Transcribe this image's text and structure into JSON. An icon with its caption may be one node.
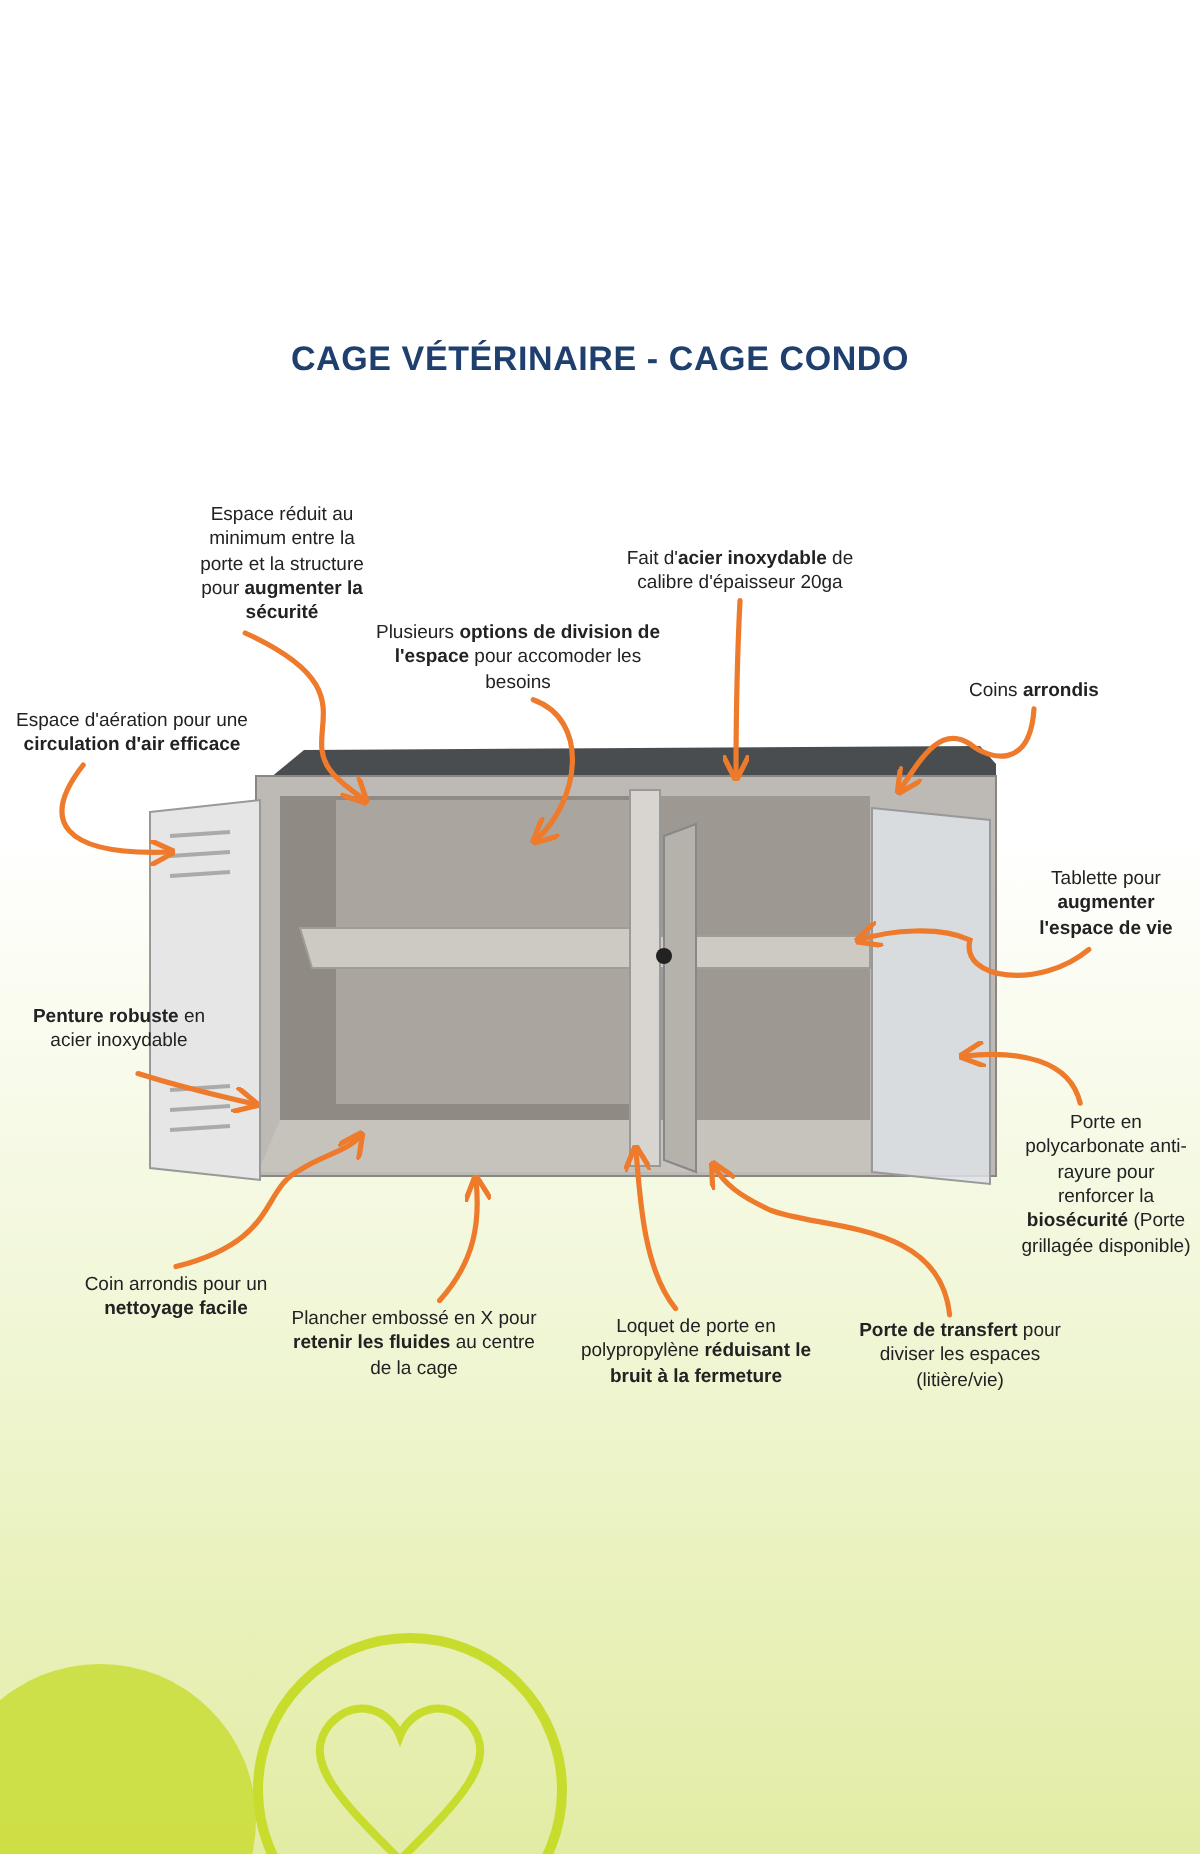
{
  "diagram": {
    "title": "CAGE VÉTÉRINAIRE - CAGE CONDO",
    "nodes": [
      {
        "text": [
          "Espace réduit au minimum entre la porte et la structure pour **augmenter la sécurité**"
        ]
      },
      {
        "text": [
          "Fait d'**acier inoxydable** de calibre d'épaisseur 20ga"
        ]
      },
      {
        "text": [
          "Plusieurs **options de division de l'espace** pour accomoder les besoins"
        ]
      },
      {
        "text": [
          "Espace d'aération pour une **circulation d'air efficace**"
        ]
      },
      {
        "text": [
          "Coins **arrondis**"
        ]
      },
      {
        "text": [
          "Tablette pour **augmenter l'espace de vie**"
        ]
      },
      {
        "text": [
          "**Penture robuste** en acier inoxydable"
        ]
      },
      {
        "text": [
          "Porte en polycarbonate anti-rayure pour renforcer la **biosécurité** (Porte grillagée disponible)"
        ]
      },
      {
        "text": [
          "Coin arrondis pour un **nettoyage facile**"
        ]
      },
      {
        "text": [
          "Plancher embossé en X pour **retenir les fluides** au centre de la cage"
        ]
      },
      {
        "text": [
          "Loquet de porte en polypropylène **réduisant le bruit à la fermeture**"
        ]
      },
      {
        "text": [
          "**Porte de transfert** pour diviser les espaces (litière/vie)"
        ]
      }
    ],
    "edges": [
      {
        "from": 0,
        "to": null,
        "arrow": "to"
      },
      {
        "from": 1,
        "to": null,
        "arrow": "to"
      },
      {
        "from": 2,
        "to": null,
        "arrow": "to"
      },
      {
        "from": 3,
        "to": null,
        "arrow": "to"
      },
      {
        "from": 4,
        "to": null,
        "arrow": "to"
      },
      {
        "from": 5,
        "to": null,
        "arrow": "to"
      },
      {
        "from": 6,
        "to": null,
        "arrow": "to"
      },
      {
        "from": 7,
        "to": null,
        "arrow": "to"
      },
      {
        "from": 8,
        "to": null,
        "arrow": "to"
      },
      {
        "from": 9,
        "to": null,
        "arrow": "to"
      },
      {
        "from": 10,
        "to": null,
        "arrow": "to"
      },
      {
        "from": 11,
        "to": null,
        "arrow": "to"
      }
    ]
  }
}
